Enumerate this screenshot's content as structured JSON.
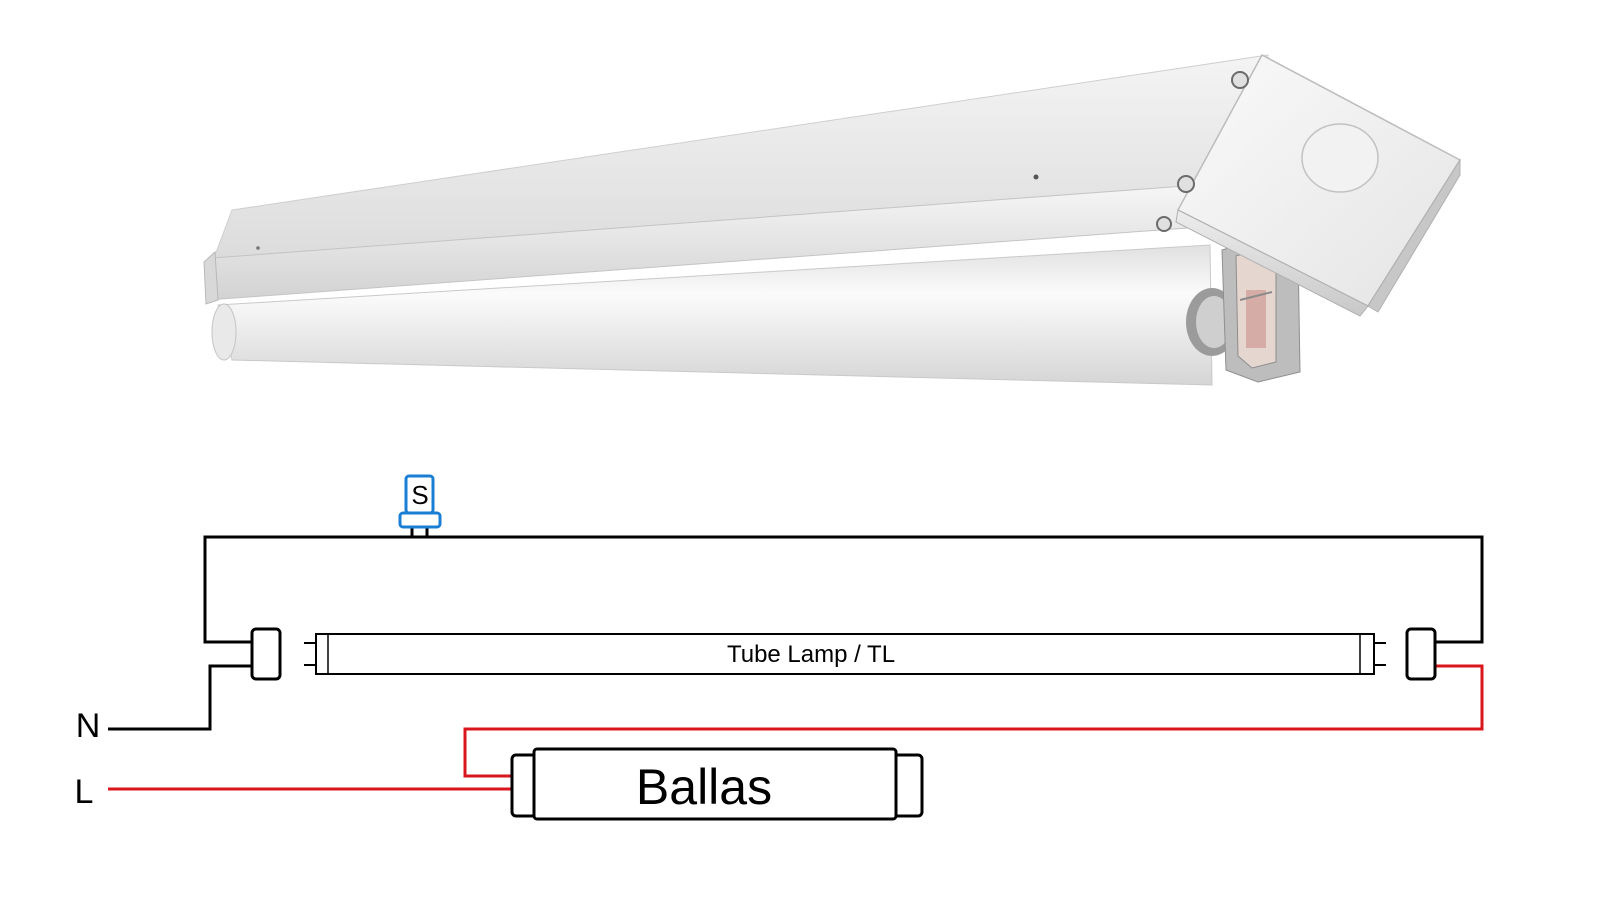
{
  "diagram": {
    "title": "",
    "lamp_label": "Tube Lamp / TL",
    "ballast_label": "Ballas",
    "starter_label": "S",
    "neutral_label": "N",
    "live_label": "L"
  },
  "colors": {
    "wire_neutral": "#000000",
    "wire_live": "#d9161c",
    "starter": "#1a7fd4",
    "background": "#ffffff"
  },
  "icons": {
    "fixture": "fluorescent-fixture-illustration",
    "starter": "starter-icon",
    "lamp": "tube-lamp-icon",
    "ballast": "ballast-icon",
    "lamp_holder": "lamp-holder-icon"
  }
}
